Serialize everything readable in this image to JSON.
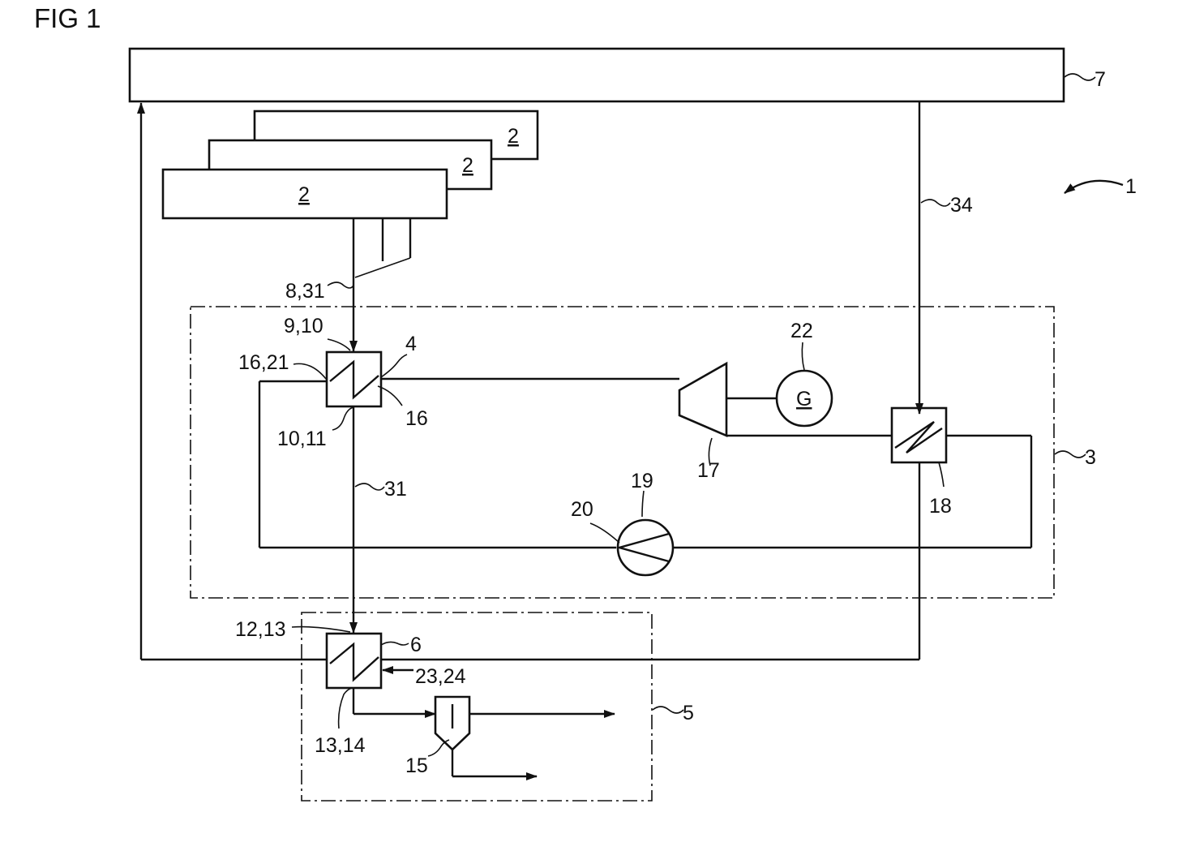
{
  "figure_title": "FIG 1",
  "labels": {
    "l1": "1",
    "l2a": "2",
    "l2b": "2",
    "l2c": "2",
    "l3": "3",
    "l4": "4",
    "l5": "5",
    "l6": "6",
    "l7": "7",
    "l8_31": "8,31",
    "l9_10": "9,10",
    "l10_11": "10,11",
    "l12_13": "12,13",
    "l13_14": "13,14",
    "l15": "15",
    "l16": "16",
    "l16_21": "16,21",
    "l17": "17",
    "l18": "18",
    "l19": "19",
    "l20": "20",
    "l22": "22",
    "l23_24": "23,24",
    "l31": "31",
    "l34": "34",
    "generator": "G"
  }
}
